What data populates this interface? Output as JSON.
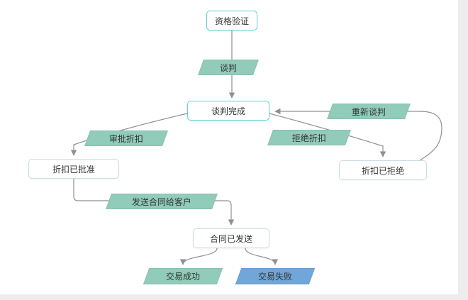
{
  "colors": {
    "node_border_active": "#5fd0d8",
    "node_border": "#c9dde0",
    "edge_label_green": "#90ccb9",
    "edge_label_blue": "#70a6d8",
    "arrow": "#909090",
    "text": "#333333",
    "canvas_bg": "#ffffff",
    "page_bg": "#ededed"
  },
  "nodes": [
    {
      "id": "qualification",
      "label": "资格验证"
    },
    {
      "id": "negotiation-complete",
      "label": "谈判完成"
    },
    {
      "id": "discount-approved",
      "label": "折扣已批准"
    },
    {
      "id": "discount-rejected",
      "label": "折扣已拒绝"
    },
    {
      "id": "contract-sent",
      "label": "合同已发送"
    }
  ],
  "edge_labels": [
    {
      "id": "negotiate",
      "label": "谈判",
      "style": "green"
    },
    {
      "id": "approve-discount",
      "label": "审批折扣",
      "style": "green"
    },
    {
      "id": "reject-discount",
      "label": "拒绝折扣",
      "style": "green"
    },
    {
      "id": "renegotiate",
      "label": "重新谈判",
      "style": "green"
    },
    {
      "id": "send-contract",
      "label": "发送合同给客户",
      "style": "green"
    },
    {
      "id": "deal-success",
      "label": "交易成功",
      "style": "green"
    },
    {
      "id": "deal-failure",
      "label": "交易失败",
      "style": "blue"
    }
  ]
}
